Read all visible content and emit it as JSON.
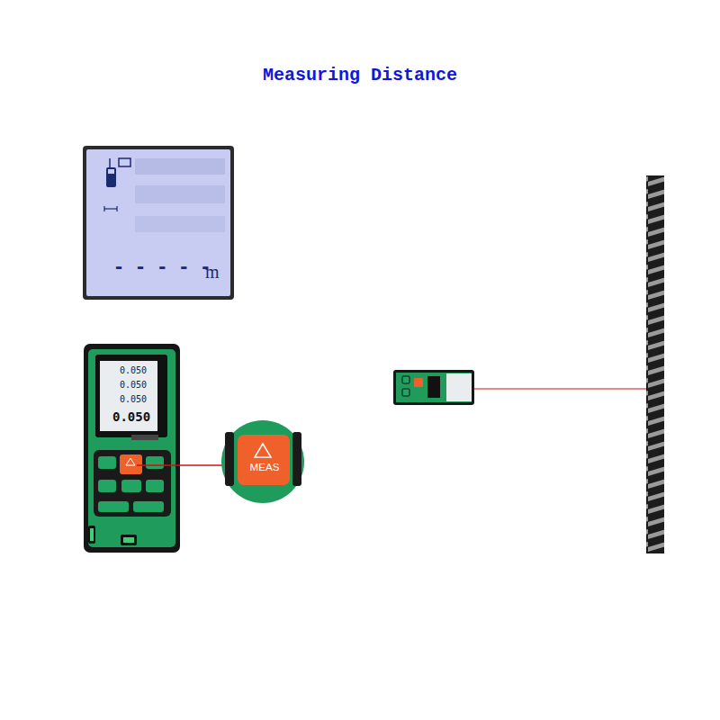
{
  "diagram": {
    "title": "Measuring Distance",
    "nodes": [
      {
        "text": [
          "- - - - -",
          "m"
        ]
      },
      {
        "text": [
          "0.050",
          "0.050",
          "0.050",
          "0.050"
        ]
      },
      {
        "text": [
          "MEAS"
        ]
      }
    ]
  }
}
